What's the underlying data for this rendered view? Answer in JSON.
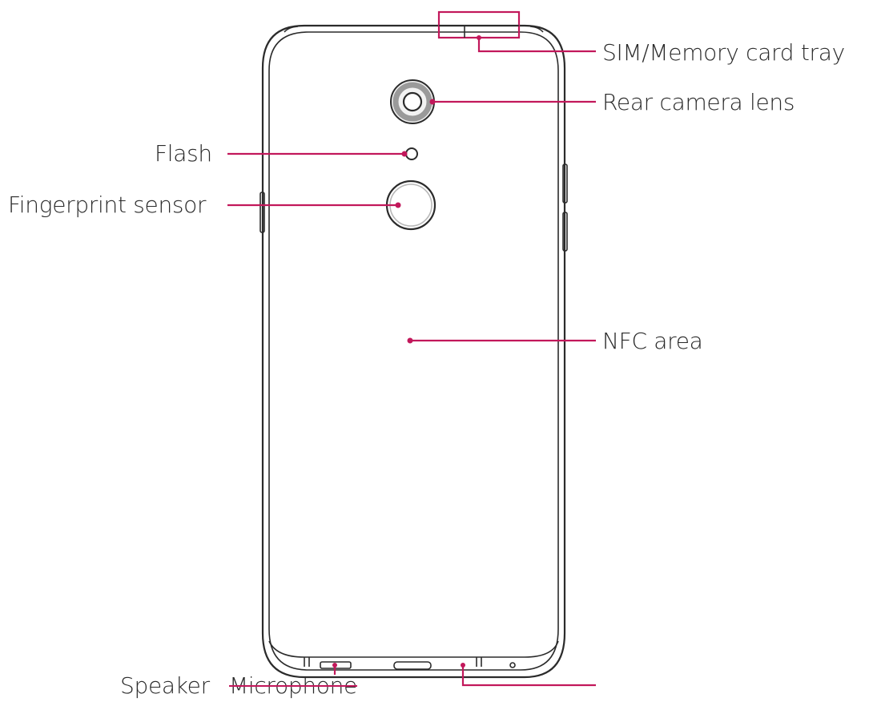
{
  "diagram": {
    "labels": {
      "sim_tray": "SIM/Memory card tray",
      "rear_camera": "Rear camera lens",
      "flash": "Flash",
      "fingerprint": "Fingerprint sensor",
      "nfc": "NFC area",
      "speaker": "Speaker",
      "microphone": "Microphone"
    },
    "colors": {
      "accent": "#c2185b",
      "outline": "#2b2b2b",
      "text": "#2a2a2a"
    }
  }
}
